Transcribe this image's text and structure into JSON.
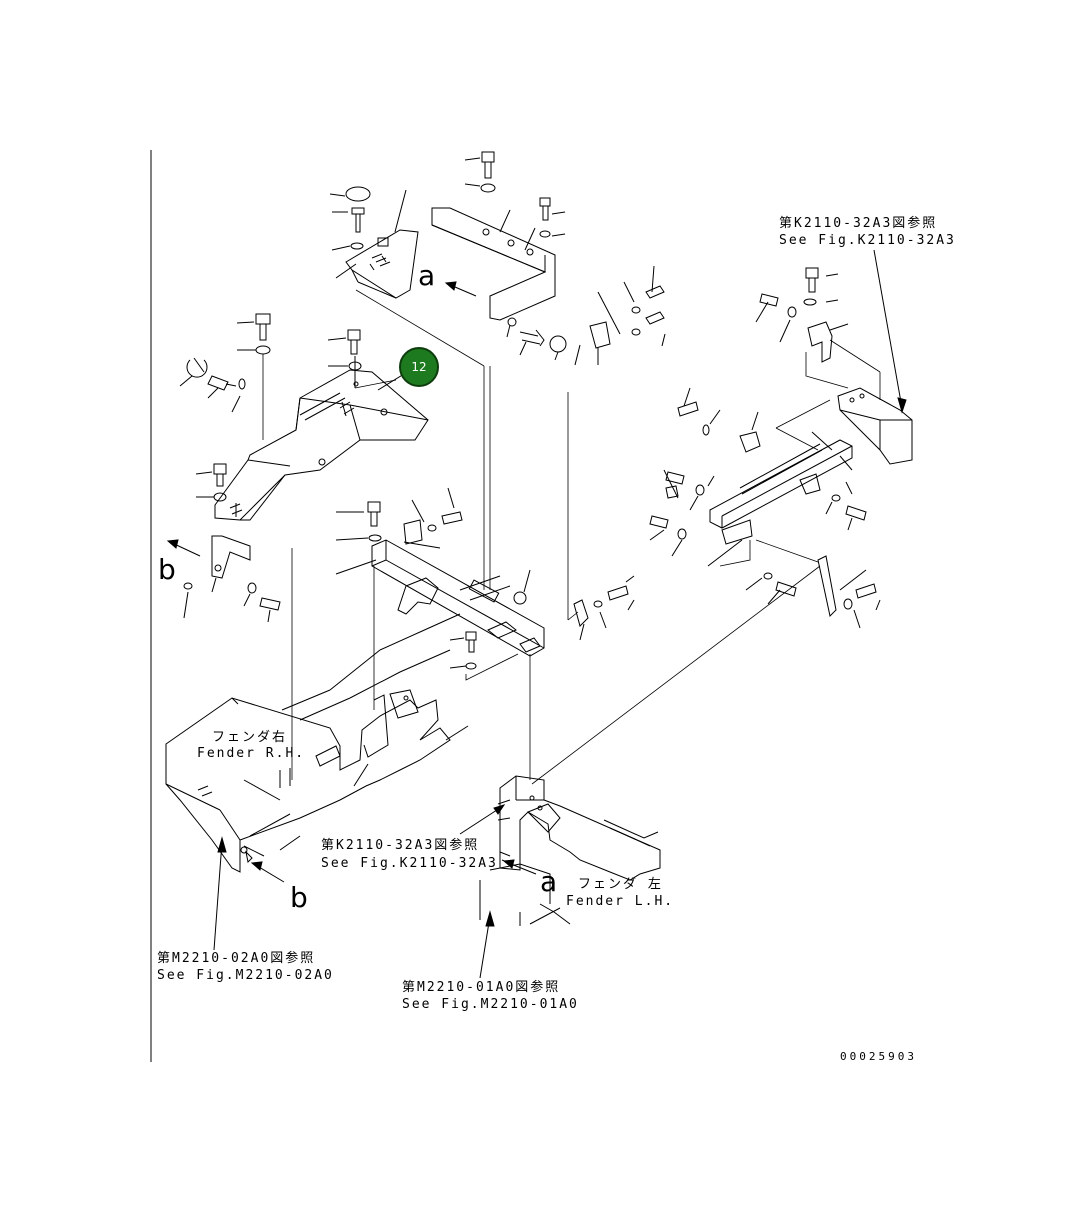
{
  "diagram": {
    "callout_number": "12",
    "document_number": "00025903",
    "view_letters": {
      "a_top": "a",
      "b_left": "b",
      "b_bottom": "b",
      "a_bottom": "a"
    },
    "references": {
      "ref_top_right_jp": "第K2110-32A3図参照",
      "ref_top_right_en": "See Fig.K2110-32A3",
      "ref_center_jp": "第K2110-32A3図参照",
      "ref_center_en": "See Fig.K2110-32A3",
      "ref_bottom_left_jp": "第M2210-02A0図参照",
      "ref_bottom_left_en": "See Fig.M2210-02A0",
      "ref_bottom_center_jp": "第M2210-01A0図参照",
      "ref_bottom_center_en": "See Fig.M2210-01A0"
    },
    "fender_labels": {
      "rh_jp": "フェンダ右",
      "rh_en": "Fender R.H.",
      "lh_jp": "フェンダ 左",
      "lh_en": "Fender L.H."
    }
  }
}
